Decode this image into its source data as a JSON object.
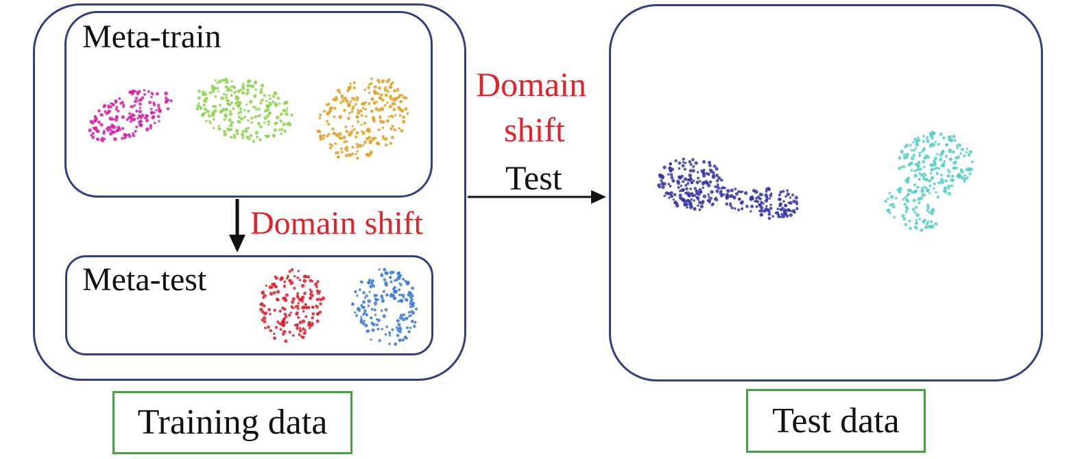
{
  "training": {
    "meta_train_label": "Meta-train",
    "meta_test_label": "Meta-test",
    "domain_shift_label": "Domain shift",
    "caption": "Training data"
  },
  "transfer": {
    "domain_shift_line1": "Domain",
    "domain_shift_line2": "shift",
    "test_label": "Test"
  },
  "test": {
    "caption": "Test data"
  },
  "colors": {
    "box_border": "#2f3f7f",
    "caption_border": "#3fa33f",
    "highlight_text": "#e0242a",
    "arrow": "#111111"
  },
  "clusters": [
    {
      "name": "magenta-cluster",
      "color": "#d21ea8"
    },
    {
      "name": "green-cluster",
      "color": "#8cd24b"
    },
    {
      "name": "orange-cluster",
      "color": "#e0a020"
    },
    {
      "name": "red-cluster",
      "color": "#d8202c"
    },
    {
      "name": "blue-cluster",
      "color": "#3a78d6"
    },
    {
      "name": "navy-cluster",
      "color": "#3434a8"
    },
    {
      "name": "cyan-cluster",
      "color": "#52cfc6"
    }
  ]
}
